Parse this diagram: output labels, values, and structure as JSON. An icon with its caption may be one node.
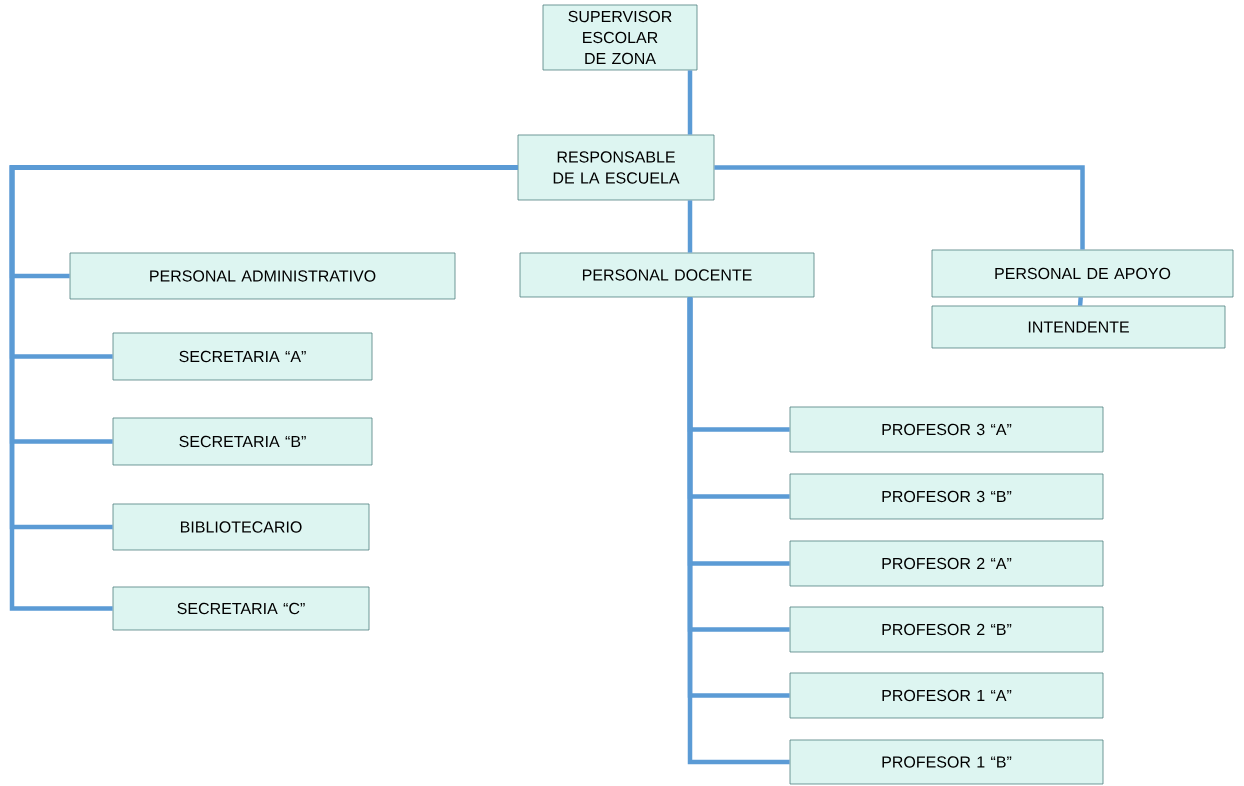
{
  "diagram": {
    "nodes": [
      {
        "text": [
          "SUPERVISOR ESCOLAR DE ZONA"
        ]
      },
      {
        "text": [
          "RESPONSABLE DE LA ESCUELA"
        ]
      },
      {
        "text": [
          "PERSONAL ADMINISTRATIVO"
        ]
      },
      {
        "text": [
          "PERSONAL DOCENTE"
        ]
      },
      {
        "text": [
          "PERSONAL DE APOYO"
        ]
      },
      {
        "text": [
          "INTENDENTE"
        ]
      },
      {
        "text": [
          "SECRETARIA “A”"
        ]
      },
      {
        "text": [
          "SECRETARIA “B”"
        ]
      },
      {
        "text": [
          "BIBLIOTECARIO"
        ]
      },
      {
        "text": [
          "SECRETARIA “C”"
        ]
      },
      {
        "text": [
          "PROFESOR 3 “A”"
        ]
      },
      {
        "text": [
          "PROFESOR 3 “B”"
        ]
      },
      {
        "text": [
          "PROFESOR 2 “A”"
        ]
      },
      {
        "text": [
          "PROFESOR 2 “B”"
        ]
      },
      {
        "text": [
          "PROFESOR 1 “A”"
        ]
      },
      {
        "text": [
          "PROFESOR 1 “B”"
        ]
      }
    ],
    "edges": [
      {
        "from": 0,
        "to": 1,
        "arrow": "none"
      },
      {
        "from": 1,
        "to": 2,
        "arrow": "none"
      },
      {
        "from": 1,
        "to": 6,
        "arrow": "none"
      },
      {
        "from": 1,
        "to": 7,
        "arrow": "none"
      },
      {
        "from": 1,
        "to": 8,
        "arrow": "none"
      },
      {
        "from": 1,
        "to": 9,
        "arrow": "none"
      },
      {
        "from": 1,
        "to": 3,
        "arrow": "none"
      },
      {
        "from": 1,
        "to": 4,
        "arrow": "none"
      },
      {
        "from": 4,
        "to": 5,
        "arrow": "none"
      },
      {
        "from": 3,
        "to": 10,
        "arrow": "none"
      },
      {
        "from": 3,
        "to": 11,
        "arrow": "none"
      },
      {
        "from": 3,
        "to": 12,
        "arrow": "none"
      },
      {
        "from": 3,
        "to": 13,
        "arrow": "none"
      },
      {
        "from": 3,
        "to": 14,
        "arrow": "none"
      },
      {
        "from": 3,
        "to": 15,
        "arrow": "none"
      }
    ]
  }
}
